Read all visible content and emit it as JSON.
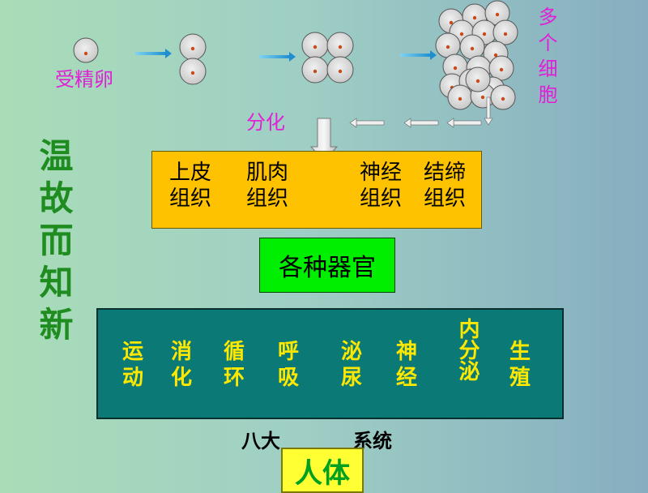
{
  "title": "温故而知新",
  "fertilized_egg": "受精卵",
  "many_cells": "多个细胞",
  "differentiation": "分化",
  "tissues": [
    {
      "line1": "上皮",
      "line2": "组织"
    },
    {
      "line1": "肌肉",
      "line2": "组织"
    },
    {
      "line1": "神经",
      "line2": "组织"
    },
    {
      "line1": "结缔",
      "line2": "组织"
    }
  ],
  "organs": "各种器官",
  "systems": [
    {
      "line1": "运",
      "line2": "动"
    },
    {
      "line1": "消",
      "line2": "化"
    },
    {
      "line1": "循",
      "line2": "环"
    },
    {
      "line1": "呼",
      "line2": "吸"
    },
    {
      "line1": "泌",
      "line2": "尿"
    },
    {
      "line1": "神",
      "line2": "经"
    },
    {
      "line1": "内分泌",
      "line2": ""
    },
    {
      "line1": "生",
      "line2": "殖"
    }
  ],
  "systems_label_left": "八大",
  "systems_label_right": "系统",
  "human_body": "人体",
  "colors": {
    "magenta": "#e020d6",
    "title_green": "#1f8c1f",
    "tissue_box": "#ffc200",
    "organ_box": "#00ee00",
    "system_box": "#0b7a76",
    "system_text": "#ffe800",
    "body_box": "#ffff33",
    "body_text": "#00a020",
    "arrow": "#2aa6e0",
    "cell_fill": "#dcdcdc",
    "nucleus": "#c84a16"
  }
}
